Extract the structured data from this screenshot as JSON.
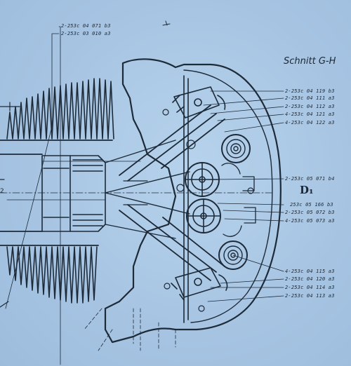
{
  "drawing": {
    "section_title": "Schnitt G-H",
    "section_mark": "D₁",
    "side_mark": "2",
    "callouts_top_left": [
      "2-253c 04 071 b3",
      "2-253c 03 010 a3"
    ],
    "callouts_right_upper": [
      "2-253c 04 119 b3",
      "2-253c 04 111 a3",
      "2-253c 04 112 a3",
      "4-253c 04 121 a3",
      "4-253c 04 122 a3"
    ],
    "callouts_right_mid": [
      "2-253c 05 071 b4",
      "253c 05 166 b3",
      "2-253c 05 072 b3",
      "4-253c 05 073 a3"
    ],
    "callouts_right_lower": [
      "4-253c 04 115 a3",
      "2-253c 04 120 a3",
      "2-253c 04 114 a3",
      "2-253c 04 113 a3"
    ]
  }
}
